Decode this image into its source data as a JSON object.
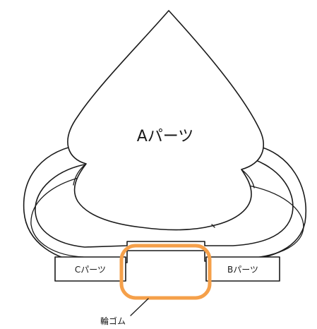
{
  "labels": {
    "part_a": "Aパーツ",
    "part_b": "Bパーツ",
    "part_c": "Cパーツ",
    "rubber_band": "輪ゴム"
  },
  "colors": {
    "outline": "#1a1a1a",
    "rubber_band": "#f5a04a",
    "fill": "#ffffff"
  }
}
